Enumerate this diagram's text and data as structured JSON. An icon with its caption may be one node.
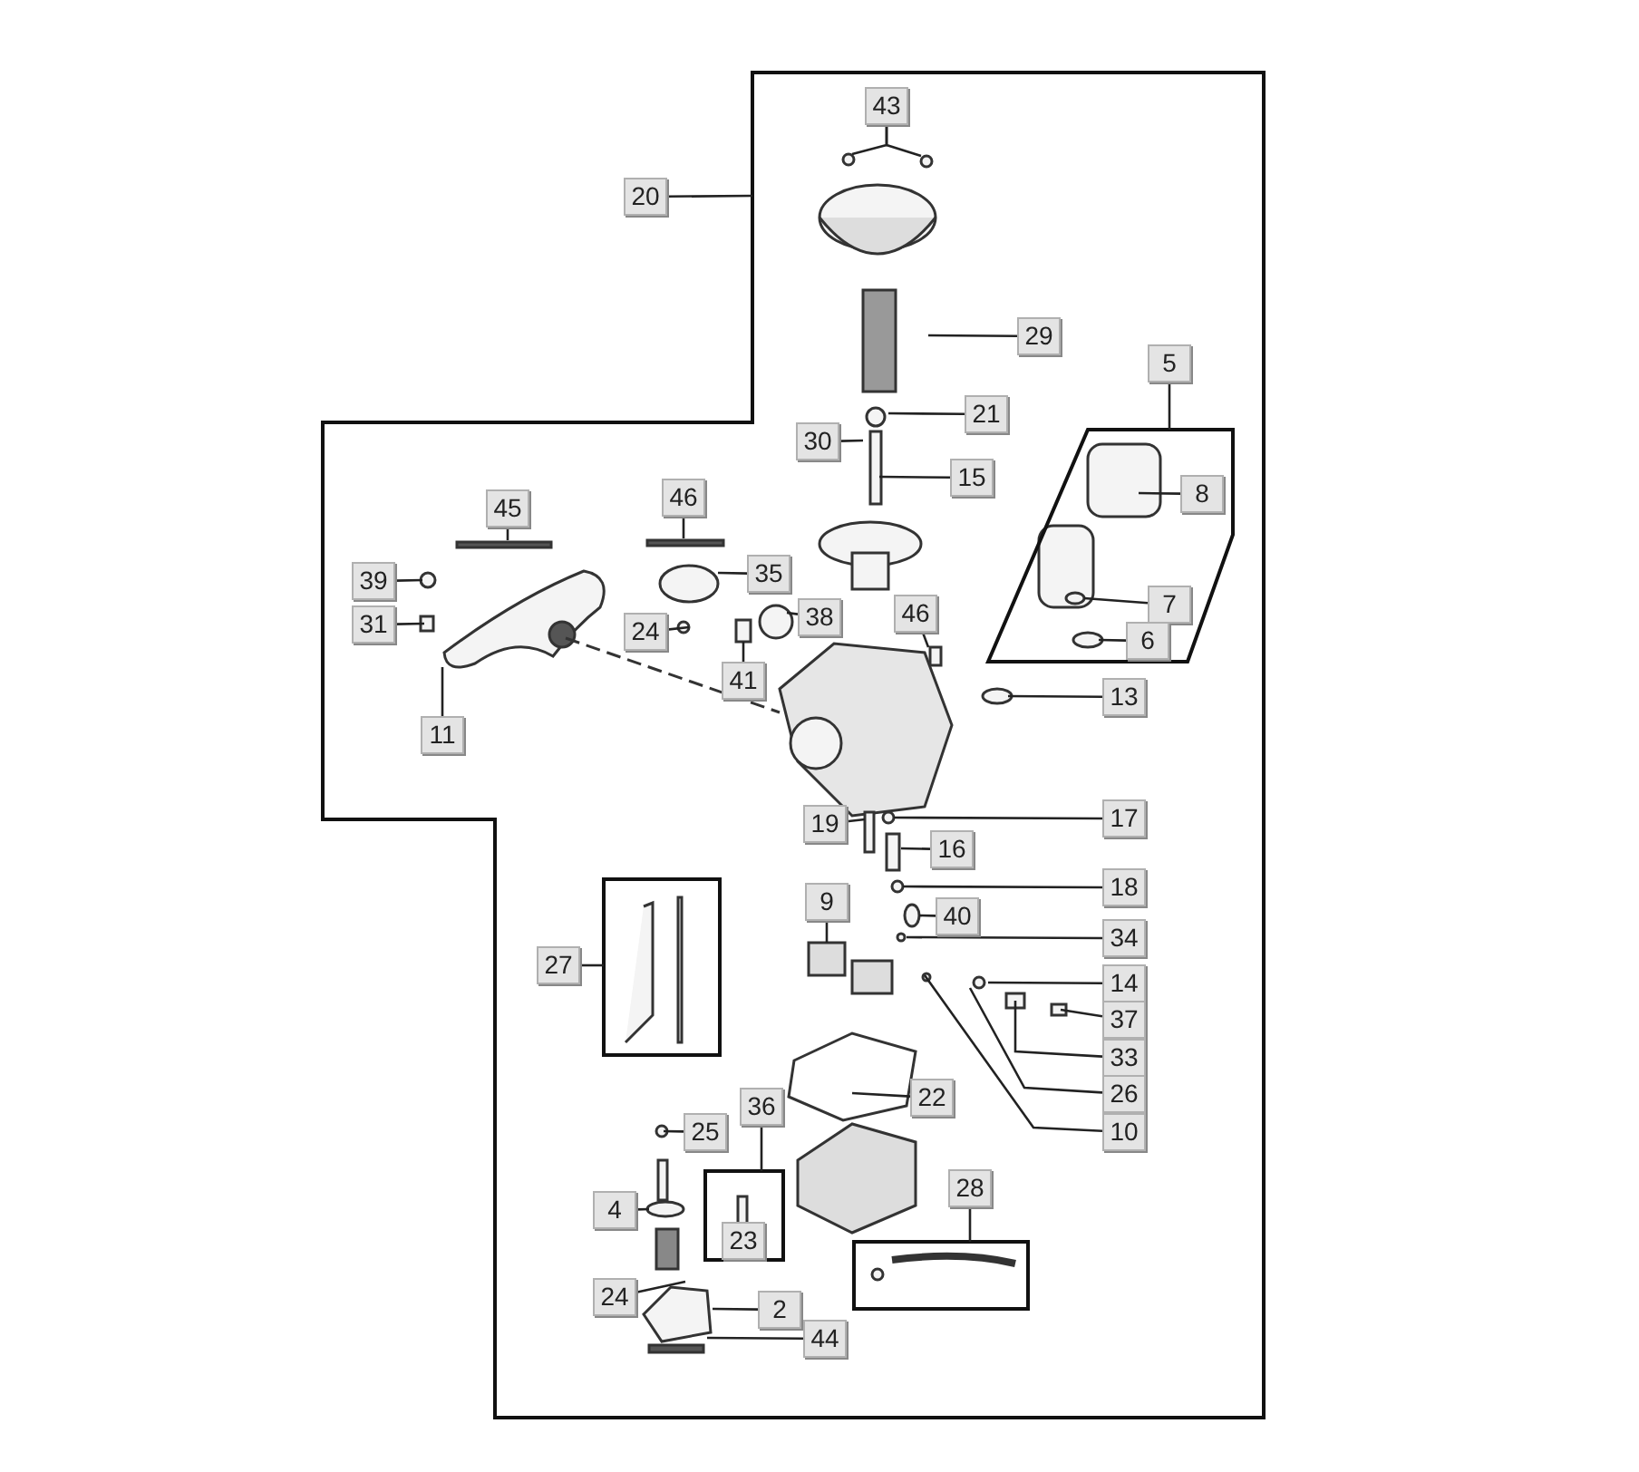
{
  "diagram": {
    "nodes": [
      {
        "text": [
          "43"
        ]
      },
      {
        "text": [
          "20"
        ]
      },
      {
        "text": [
          "29"
        ]
      },
      {
        "text": [
          "5"
        ]
      },
      {
        "text": [],
        "shape": "box"
      },
      {
        "text": [
          "21"
        ]
      },
      {
        "text": [
          "30"
        ]
      },
      {
        "text": [
          "15"
        ]
      },
      {
        "text": [
          "8"
        ],
        "in": 4
      },
      {
        "text": [
          "45"
        ]
      },
      {
        "text": [
          "46"
        ]
      },
      {
        "text": [
          "39"
        ]
      },
      {
        "text": [
          "35"
        ]
      },
      {
        "text": [
          "7"
        ],
        "in": 4
      },
      {
        "text": [
          "31"
        ]
      },
      {
        "text": [
          "24"
        ]
      },
      {
        "text": [
          "46"
        ]
      },
      {
        "text": [
          "38"
        ]
      },
      {
        "text": [
          "6"
        ],
        "in": 4
      },
      {
        "text": [
          "41"
        ]
      },
      {
        "text": [
          "13"
        ]
      },
      {
        "text": [
          "11"
        ]
      },
      {
        "text": [
          "17"
        ]
      },
      {
        "text": [
          "19"
        ]
      },
      {
        "text": [
          "16"
        ]
      },
      {
        "text": [
          "18"
        ]
      },
      {
        "text": [
          "9"
        ]
      },
      {
        "text": [
          "40"
        ]
      },
      {
        "text": [],
        "shape": "box"
      },
      {
        "text": [
          "27"
        ]
      },
      {
        "text": [
          "34"
        ]
      },
      {
        "text": [
          "14"
        ]
      },
      {
        "text": [
          "37"
        ]
      },
      {
        "text": [
          "33"
        ]
      },
      {
        "text": [
          "26"
        ]
      },
      {
        "text": [
          "22"
        ]
      },
      {
        "text": [
          "36"
        ]
      },
      {
        "text": [
          "25"
        ]
      },
      {
        "text": [
          "10"
        ]
      },
      {
        "text": [],
        "shape": "box"
      },
      {
        "text": [
          "28"
        ]
      },
      {
        "text": [
          "4"
        ]
      },
      {
        "text": [
          "23"
        ],
        "in": 39
      },
      {
        "text": [],
        "shape": "box"
      },
      {
        "text": [
          "24"
        ]
      },
      {
        "text": [
          "2"
        ]
      },
      {
        "text": [
          "44"
        ]
      }
    ],
    "edges": [
      {
        "from": 0,
        "to": null,
        "arrow": "none"
      },
      {
        "from": 0,
        "to": null,
        "arrow": "none"
      },
      {
        "from": 1,
        "to": null,
        "arrow": "none"
      },
      {
        "from": 2,
        "to": null,
        "arrow": "none"
      },
      {
        "from": 3,
        "to": 4,
        "arrow": "none"
      },
      {
        "from": 5,
        "to": null,
        "arrow": "none"
      },
      {
        "from": 6,
        "to": null,
        "arrow": "none"
      },
      {
        "from": 7,
        "to": null,
        "arrow": "none"
      },
      {
        "from": 8,
        "to": null,
        "arrow": "none"
      },
      {
        "from": 9,
        "to": null,
        "arrow": "none"
      },
      {
        "from": 10,
        "to": null,
        "arrow": "none"
      },
      {
        "from": 11,
        "to": null,
        "arrow": "none"
      },
      {
        "from": 12,
        "to": null,
        "arrow": "none"
      },
      {
        "from": 13,
        "to": null,
        "arrow": "none"
      },
      {
        "from": 14,
        "to": null,
        "arrow": "none"
      },
      {
        "from": 15,
        "to": null,
        "arrow": "none"
      },
      {
        "from": 16,
        "to": null,
        "arrow": "none"
      },
      {
        "from": 17,
        "to": null,
        "arrow": "none"
      },
      {
        "from": 18,
        "to": null,
        "arrow": "none"
      },
      {
        "from": 19,
        "to": null,
        "arrow": "none"
      },
      {
        "from": 20,
        "to": null,
        "arrow": "none"
      },
      {
        "from": 21,
        "to": null,
        "arrow": "none"
      },
      {
        "from": 22,
        "to": null,
        "arrow": "none"
      },
      {
        "from": 23,
        "to": null,
        "arrow": "none"
      },
      {
        "from": 24,
        "to": null,
        "arrow": "none"
      },
      {
        "from": 25,
        "to": null,
        "arrow": "none"
      },
      {
        "from": 26,
        "to": null,
        "arrow": "none"
      },
      {
        "from": 27,
        "to": null,
        "arrow": "none"
      },
      {
        "from": 29,
        "to": 28,
        "arrow": "none"
      },
      {
        "from": 30,
        "to": null,
        "arrow": "none"
      },
      {
        "from": 31,
        "to": null,
        "arrow": "none"
      },
      {
        "from": 32,
        "to": null,
        "arrow": "none"
      },
      {
        "from": 33,
        "to": null,
        "arrow": "none"
      },
      {
        "from": 34,
        "to": null,
        "arrow": "none"
      },
      {
        "from": 35,
        "to": null,
        "arrow": "none"
      },
      {
        "from": 36,
        "to": 39,
        "arrow": "none"
      },
      {
        "from": 37,
        "to": null,
        "arrow": "none"
      },
      {
        "from": 38,
        "to": null,
        "arrow": "none"
      },
      {
        "from": 40,
        "to": 43,
        "arrow": "none"
      },
      {
        "from": 41,
        "to": null,
        "arrow": "none"
      },
      {
        "from": 44,
        "to": null,
        "arrow": "none"
      },
      {
        "from": 45,
        "to": null,
        "arrow": "none"
      },
      {
        "from": 46,
        "to": null,
        "arrow": "none"
      }
    ]
  }
}
